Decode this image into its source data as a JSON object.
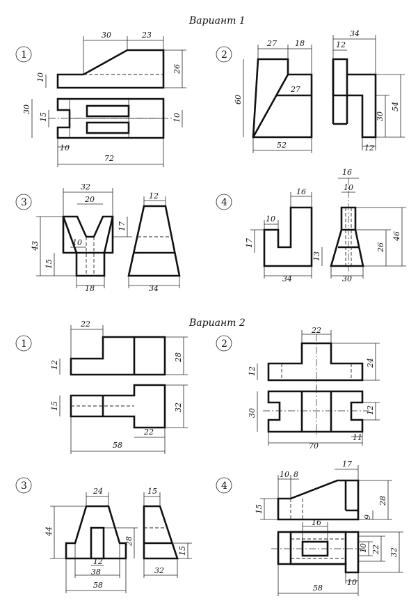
{
  "titles": {
    "variant1": "Вариант 1",
    "variant2": "Вариант 2"
  },
  "labels": {
    "v1_1": "1",
    "v1_2": "2",
    "v1_3": "3",
    "v1_4": "4",
    "v2_1": "1",
    "v2_2": "2",
    "v2_3": "3",
    "v2_4": "4"
  },
  "dims": {
    "v1_1": {
      "a": "30",
      "b": "23",
      "c": "10",
      "d": "26",
      "e": "30",
      "f": "15",
      "g": "10",
      "h": "10",
      "i": "72"
    },
    "v1_2": {
      "a": "27",
      "b": "18",
      "c": "60",
      "d": "27",
      "e": "52",
      "f": "34",
      "g": "12",
      "h": "30",
      "i": "54",
      "j": "12"
    },
    "v1_3": {
      "a": "32",
      "b": "20",
      "c": "43",
      "d": "17",
      "e": "10",
      "f": "15",
      "g": "18",
      "h": "12",
      "i": "34"
    },
    "v1_4": {
      "a": "16",
      "b": "10",
      "c": "17",
      "d": "13",
      "e": "34",
      "f": "16",
      "g": "10",
      "h": "26",
      "i": "46",
      "j": "30"
    },
    "v2_1": {
      "a": "22",
      "b": "12",
      "c": "28",
      "d": "15",
      "e": "32",
      "f": "22",
      "g": "58"
    },
    "v2_2": {
      "a": "22",
      "b": "12",
      "c": "24",
      "d": "30",
      "e": "12",
      "f": "70",
      "g": "11"
    },
    "v2_3": {
      "a": "24",
      "b": "44",
      "c": "28",
      "d": "12",
      "e": "38",
      "f": "58",
      "g": "15",
      "h": "15",
      "i": "32"
    },
    "v2_4": {
      "a": "10",
      "b": "8",
      "c": "17",
      "d": "15",
      "e": "28",
      "f": "9",
      "g": "16",
      "h": "10",
      "i": "22",
      "j": "32",
      "k": "58",
      "l": "10"
    }
  }
}
